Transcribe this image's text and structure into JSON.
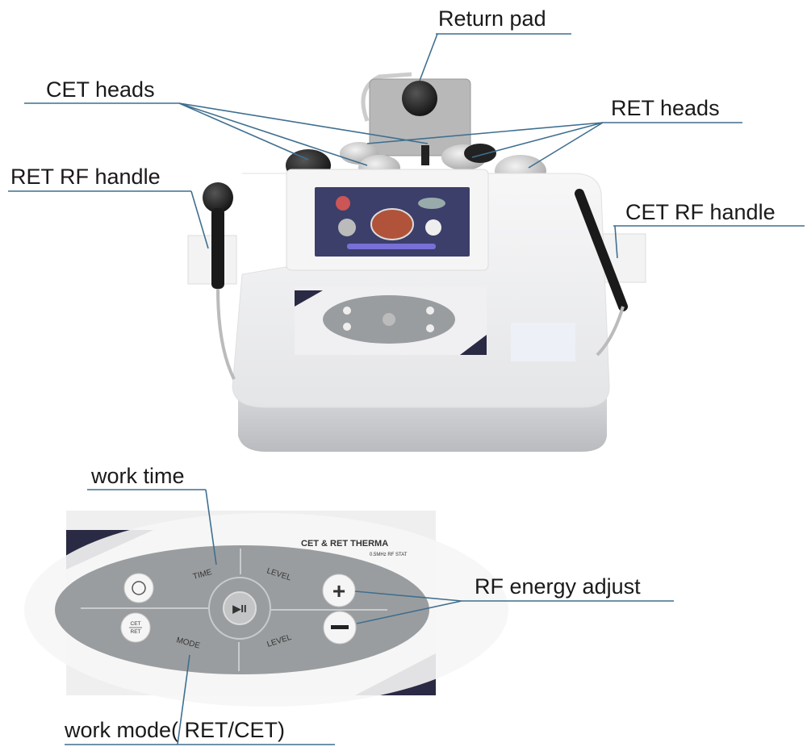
{
  "callouts": {
    "return_pad": "Return pad",
    "cet_heads": "CET heads",
    "ret_heads": "RET heads",
    "ret_rf_handle": "RET RF handle",
    "cet_rf_handle": "CET RF handle",
    "work_time": "work time",
    "rf_energy_adjust": "RF energy adjust",
    "work_mode": "work mode( RET/CET)"
  },
  "panel": {
    "brand": "CET & RET THERMA",
    "subtitle": "0.5MHz RF STAT",
    "time": "TIME",
    "mode": "MODE",
    "level_up": "LEVEL",
    "level_down": "LEVEL",
    "mode_button_top": "CET",
    "mode_button_bottom": "RET"
  },
  "colors": {
    "callout_line": "#3f6f8f",
    "panel_oval": "#9a9d9f",
    "stripe_dark": "#2a2a44",
    "screen": "#3b3f6a"
  }
}
